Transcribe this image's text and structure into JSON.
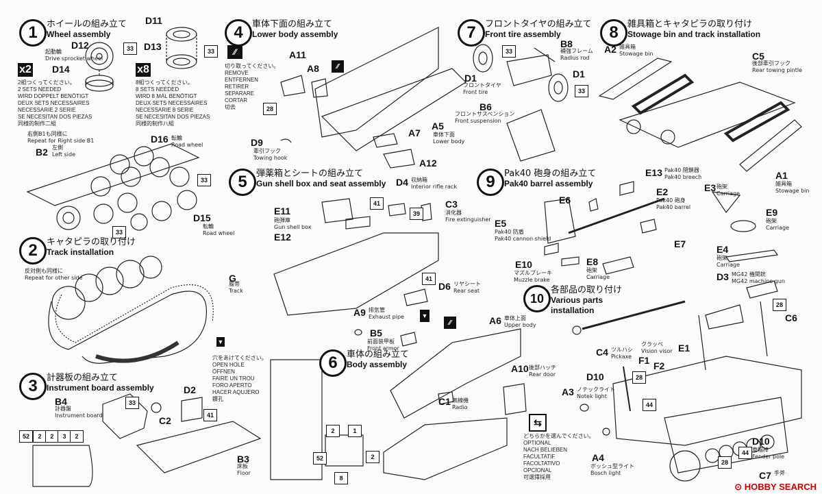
{
  "steps": {
    "s1": {
      "num": "1",
      "jp": "ホイールの組み立て",
      "en": "Wheel assembly"
    },
    "s2": {
      "num": "2",
      "jp": "キャタピラの取り付け",
      "en": "Track installation"
    },
    "s3": {
      "num": "3",
      "jp": "計器板の組み立て",
      "en": "Instrument board assembly"
    },
    "s4": {
      "num": "4",
      "jp": "車体下面の組み立て",
      "en": "Lower body assembly"
    },
    "s5": {
      "num": "5",
      "jp": "弾薬箱とシートの組み立て",
      "en": "Gun shell box and seat assembly"
    },
    "s6": {
      "num": "6",
      "jp": "車体の組み立て",
      "en": "Body assembly"
    },
    "s7": {
      "num": "7",
      "jp": "フロントタイヤの組み立て",
      "en": "Front tire assembly"
    },
    "s8": {
      "num": "8",
      "jp": "雑具箱とキャタピラの取り付け",
      "en": "Stowage bin and track installation"
    },
    "s9": {
      "num": "9",
      "jp": "Pak40 砲身の組み立て",
      "en": "Pak40 barrel assembly"
    },
    "s10": {
      "num": "10",
      "jp": "各部品の取り付け",
      "en": "Various parts",
      "en2": "installation"
    }
  },
  "notes": {
    "x2_badge": "x2",
    "x2_text": "2組つくってください。\n2 SETS NEEDED\nWIRD DOPPELT BENÖTIGT\nDEUX SETS NECESSAIRES\nNECESSARIE 2 SERIE\nSE NECESITAN DOS PIEZAS\n同様的制作二組",
    "x8_badge": "x8",
    "x8_text": "8組つくってください。\n8 SETS NEEDED\nWIRD 8 MAL BENÖTIGT\nDEUX SETS NECESSAIRES\nNECESSARIE 8 SERIE\nSE NECESITAN DOS PIEZAS\n同様的制作八組",
    "right_b1_jp": "右側B1も同様に",
    "right_b1_en": "Repeat for Right side B1",
    "other_side_jp": "反対側も同様に",
    "other_side_en": "Repeat for other side",
    "remove": "切り取ってください。\nREMOVE\nENTFERNEN\nRETIRER\nSEPARARE\nCORTAR\n切去",
    "open_hole": "穴をあけてください。\nOPEN HOLE\nÖFFNEN\nFAIRE UN TROU\nFORO APERTO\nHACER AQUJERO\n鑽孔",
    "optional": "どちらかを選んでください。\nOPTIONAL\nNACH BELIEBEN\nFACULTATIF\nFACOLTATIVO\nOPCIONAL\n可選擇採用"
  },
  "labels": {
    "D12": "D12",
    "D12_jp": "起動輪",
    "D12_en": "Drive sprocket wheel",
    "D14": "D14",
    "D11": "D11",
    "D13": "D13",
    "B2": "B2",
    "B2_jp": "左側",
    "B2_en": "Left side",
    "D16": "D16",
    "D16_jp": "転輪",
    "D16_en": "Road wheel",
    "D15": "D15",
    "D15_jp": "転輪",
    "D15_en": "Road wheel",
    "G": "G",
    "G_jp": "履帯",
    "G_en": "Track",
    "B4": "B4",
    "B4_jp": "計器盤",
    "B4_en": "Instrument board",
    "C2": "C2",
    "D2": "D2",
    "B3": "B3",
    "B3_jp": "床板",
    "B3_en": "Floor",
    "A11": "A11",
    "A8": "A8",
    "A7": "A7",
    "A12": "A12",
    "A5": "A5",
    "A5_jp": "車体下面",
    "A5_en": "Lower body",
    "D9": "D9",
    "D9_jp": "牽引フック",
    "D9_en": "Towing hook",
    "E11": "E11",
    "E11_jp": "砲弾庫",
    "E11_en": "Gun shell box",
    "E12": "E12",
    "D4": "D4",
    "D4_jp": "収納箱",
    "D4_en": "Interior rifle rack",
    "C3": "C3",
    "C3_jp": "消化器",
    "C3_en": "Fire extinguisher",
    "D6": "D6",
    "D6_jp": "リヤシート",
    "D6_en": "Rear seat",
    "A9": "A9",
    "A9_jp": "排気管",
    "A9_en": "Exhaust pipe",
    "B5": "B5",
    "B5_jp": "前面装甲板",
    "B5_en": "Front armor",
    "A6": "A6",
    "A6_jp": "車体上面",
    "A6_en": "Upper body",
    "A10": "A10",
    "A10_jp": "後部ハッチ",
    "A10_en": "Rear door",
    "C1": "C1",
    "C1_jp": "無線機",
    "C1_en": "Radio",
    "B8": "B8",
    "B8_jp": "補強フレーム",
    "B8_en": "Radius rod",
    "D1a": "D1",
    "D1_jp": "フロントタイヤ",
    "D1_en": "Front tire",
    "D1b": "D1",
    "B6": "B6",
    "B6_jp": "フロントサスペンション",
    "B6_en": "Front suspension",
    "A2": "A2",
    "A2_jp": "雑具箱",
    "A2_en": "Stowage bin",
    "C5": "C5",
    "C5_jp": "後部牽引フック",
    "C5_en": "Rear towing pintle",
    "A1": "A1",
    "A1_jp": "雑具箱",
    "A1_en": "Stowage bin",
    "E13": "E13",
    "E13_jp": "Pak40 閉鎖器",
    "E13_en": "Pak40 breech",
    "E6": "E6",
    "E2": "E2",
    "E2_jp": "Pak40 砲身",
    "E2_en": "Pak40 barrel",
    "E3": "E3",
    "E3_jp": "砲架",
    "E3_en": "Carriage",
    "E5": "E5",
    "E5_jp": "Pak40 防盾",
    "E5_en": "Pak40 cannon shield",
    "E9": "E9",
    "E9_jp": "砲架",
    "E9_en": "Carriage",
    "E7": "E7",
    "E4": "E4",
    "E4_jp": "砲架",
    "E4_en": "Carriage",
    "E10": "E10",
    "E10_jp": "マズルブレーキ",
    "E10_en": "Muzzle brake",
    "E8": "E8",
    "E8_jp": "砲架",
    "E8_en": "Carriage",
    "D3": "D3",
    "D3_jp": "MG42 機関銃",
    "D3_en": "MG42 machine gun",
    "C6": "C6",
    "C4": "C4",
    "C4_jp": "ツルハシ",
    "C4_en": "Pickaxe",
    "E1": "E1",
    "F1": "F1",
    "F2": "F2",
    "F2_jp": "クラッペ",
    "F2_en": "Vision visor",
    "D10a": "D10",
    "A3": "A3",
    "A3_jp": "ノテックライト",
    "A3_en": "Notek light",
    "A4": "A4",
    "A4_jp": "ボッシュ型ライト",
    "A4_en": "Bosch light",
    "D10b": "D10",
    "D10b_jp": "車幅棒",
    "D10b_en": "Fender pole",
    "C7": "C7",
    "C7_jp": "手斧"
  },
  "badges": {
    "n33": "33",
    "n28": "28",
    "n41": "41",
    "n39": "39",
    "n52": "52",
    "n44": "44",
    "n2": "2",
    "n1": "1",
    "n3": "3",
    "n8": "8"
  },
  "watermark": "HOBBY SEARCH"
}
